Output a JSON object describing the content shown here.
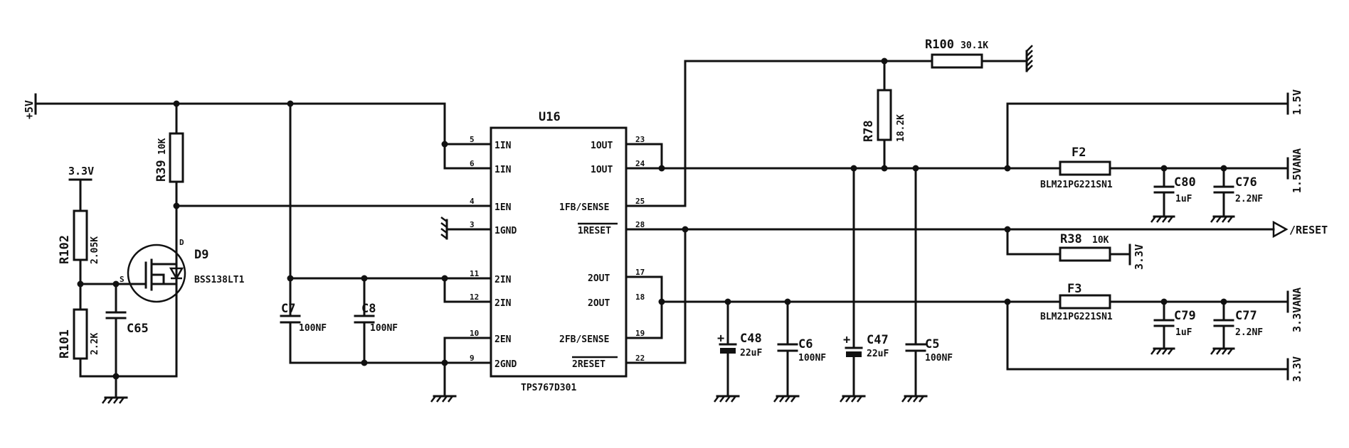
{
  "ic": {
    "ref": "U16",
    "part": "TPS767D301",
    "pins_left": [
      {
        "num": "5",
        "name": "1IN"
      },
      {
        "num": "6",
        "name": "1IN"
      },
      {
        "num": "4",
        "name": "1EN"
      },
      {
        "num": "3",
        "name": "1GND"
      },
      {
        "num": "11",
        "name": "2IN"
      },
      {
        "num": "12",
        "name": "2IN"
      },
      {
        "num": "10",
        "name": "2EN"
      },
      {
        "num": "9",
        "name": "2GND"
      }
    ],
    "pins_right": [
      {
        "num": "23",
        "name": "1OUT"
      },
      {
        "num": "24",
        "name": "1OUT"
      },
      {
        "num": "25",
        "name": "1FB/SENSE"
      },
      {
        "num": "28",
        "name": "1RESET"
      },
      {
        "num": "17",
        "name": "2OUT"
      },
      {
        "num": "18",
        "name": "2OUT"
      },
      {
        "num": "19",
        "name": "2FB/SENSE"
      },
      {
        "num": "22",
        "name": "2RESET"
      }
    ]
  },
  "components": {
    "R100": {
      "ref": "R100",
      "value": "30.1K"
    },
    "R78": {
      "ref": "R78",
      "value": "18.2K"
    },
    "R39": {
      "ref": "R39",
      "value": "10K"
    },
    "R102": {
      "ref": "R102",
      "value": "2.05K"
    },
    "R101": {
      "ref": "R101",
      "value": "2.2K"
    },
    "R38": {
      "ref": "R38",
      "value": "10K"
    },
    "D9": {
      "ref": "D9",
      "value": "BSS138LT1",
      "pin_s": "S",
      "pin_d": "D"
    },
    "C65": {
      "ref": "C65"
    },
    "C7": {
      "ref": "C7",
      "value": "100NF"
    },
    "C8": {
      "ref": "C8",
      "value": "100NF"
    },
    "C48": {
      "ref": "C48",
      "value": "22uF",
      "polarity": "+"
    },
    "C6": {
      "ref": "C6",
      "value": "100NF"
    },
    "C47": {
      "ref": "C47",
      "value": "22uF",
      "polarity": "+"
    },
    "C5": {
      "ref": "C5",
      "value": "100NF"
    },
    "F2": {
      "ref": "F2",
      "value": "BLM21PG221SN1"
    },
    "F3": {
      "ref": "F3",
      "value": "BLM21PG221SN1"
    },
    "C80": {
      "ref": "C80",
      "value": "1uF"
    },
    "C76": {
      "ref": "C76",
      "value": "2.2NF"
    },
    "C79": {
      "ref": "C79",
      "value": "1uF"
    },
    "C77": {
      "ref": "C77",
      "value": "2.2NF"
    }
  },
  "nets": {
    "plus5v": "+5V",
    "v33_left": "3.3V",
    "v15": "1.5V",
    "v15_ana": "1.5VANA",
    "reset": "/RESET",
    "v33_r38": "3.3V",
    "v33_ana": "3.3VANA",
    "v33": "3.3V"
  }
}
